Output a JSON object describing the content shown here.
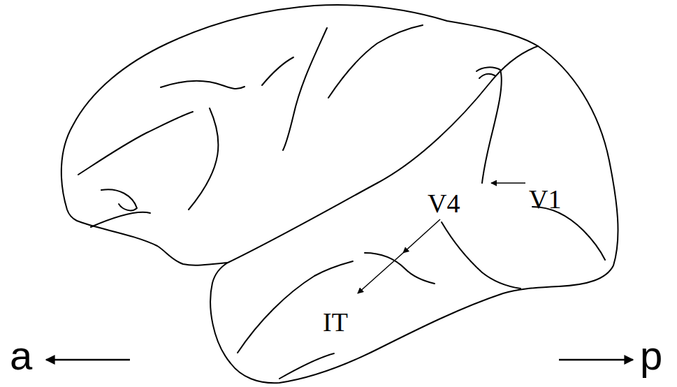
{
  "diagram": {
    "labels": [
      "V4",
      "V1",
      "IT",
      "a",
      "p"
    ]
  }
}
